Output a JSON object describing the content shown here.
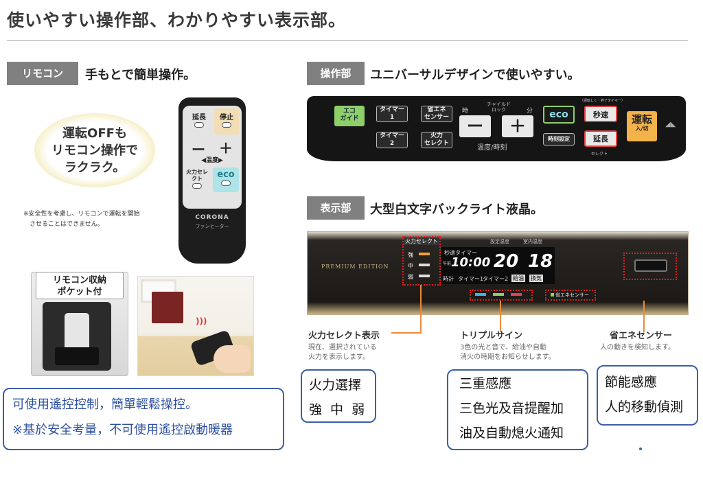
{
  "title": "使いやすい操作部、わかりやすい表示部。",
  "remote_section": {
    "tag": "リモコン",
    "heading": "手もとで簡単操作。",
    "bubble": [
      "運転OFFも",
      "リモコン操作で",
      "ラクラク。"
    ],
    "note": [
      "※安全性を考慮し、リモコンで運転を開始",
      "させることはできません。"
    ],
    "remote": {
      "btn_extend": "延長",
      "btn_stop": "停止",
      "minus": "ー",
      "plus": "＋",
      "temp": "◀温度▶",
      "fire_select": "火力セレクト",
      "eco": "eco",
      "brand": "CORONA",
      "product": "ファンヒーター"
    },
    "pocket_label": [
      "リモコン収納",
      "ポケット付"
    ],
    "zh_box": [
      "可使用遙控控制，簡單輕鬆操控。",
      "※基於安全考量，不可使用遙控啟動暖器"
    ]
  },
  "operation_section": {
    "tag": "操作部",
    "heading": "ユニバーサルデザインで使いやすい。",
    "panel": {
      "eco_guide": [
        "エコ",
        "ガイド"
      ],
      "timer1": [
        "タイマー",
        "1"
      ],
      "timer2": [
        "タイマー",
        "2"
      ],
      "energy_sensor": [
        "省エネ",
        "センサー"
      ],
      "fire_select": [
        "火力",
        "セレクト"
      ],
      "time_label": [
        "時",
        "チャイルド",
        "ロック",
        "分"
      ],
      "minus": "ー",
      "plus": "＋",
      "temp_time": "温度/時刻",
      "eco": "eco",
      "time_setting": "時刻設定",
      "quick_label": "（運転しく・終了タイマー）",
      "quick": "秒速",
      "extend": "延長",
      "select": "セレクト",
      "run": [
        "運転",
        "入/切"
      ]
    }
  },
  "display_section": {
    "tag": "表示部",
    "heading": "大型白文字バックライト液晶。",
    "panel": {
      "edition": "PREMIUM EDITION",
      "fire_select_label": "火力セレクト",
      "levels": [
        "強",
        "中",
        "弱"
      ],
      "set_temp_label": "設定温度",
      "room_temp_label": "室内温度",
      "quick_timer": "秒速タイマー",
      "am_pm": "午前",
      "clock": "10:00",
      "set_temp": "20",
      "room_temp": "18",
      "bottom_row": [
        "時計",
        "タイマー1",
        "タイマー2",
        "給油",
        "換気"
      ],
      "eco_sensor": "省エネセンサー"
    },
    "callouts": [
      {
        "title": "火力セレクト表示",
        "desc": [
          "現在、選択されている",
          "火力を表示します。"
        ]
      },
      {
        "title": "トリプルサイン",
        "desc": [
          "3色の光と音で、給油や自動",
          "消火の時期をお知らせします。"
        ]
      },
      {
        "title": "省エネセンサー",
        "desc": [
          "人の動きを検知します。"
        ]
      }
    ],
    "zh_boxes": [
      [
        "火力選擇",
        "強 中 弱"
      ],
      [
        "三重感應",
        "三色光及音提醒加",
        "油及自動熄火通知"
      ],
      [
        "節能感應",
        "人的移動偵測"
      ]
    ]
  },
  "colors": {
    "accent_blue": "#3b5fa8",
    "callout_orange": "#ee8a3a",
    "tag_gray": "#808080",
    "eco_green": "#8fcf6a"
  }
}
